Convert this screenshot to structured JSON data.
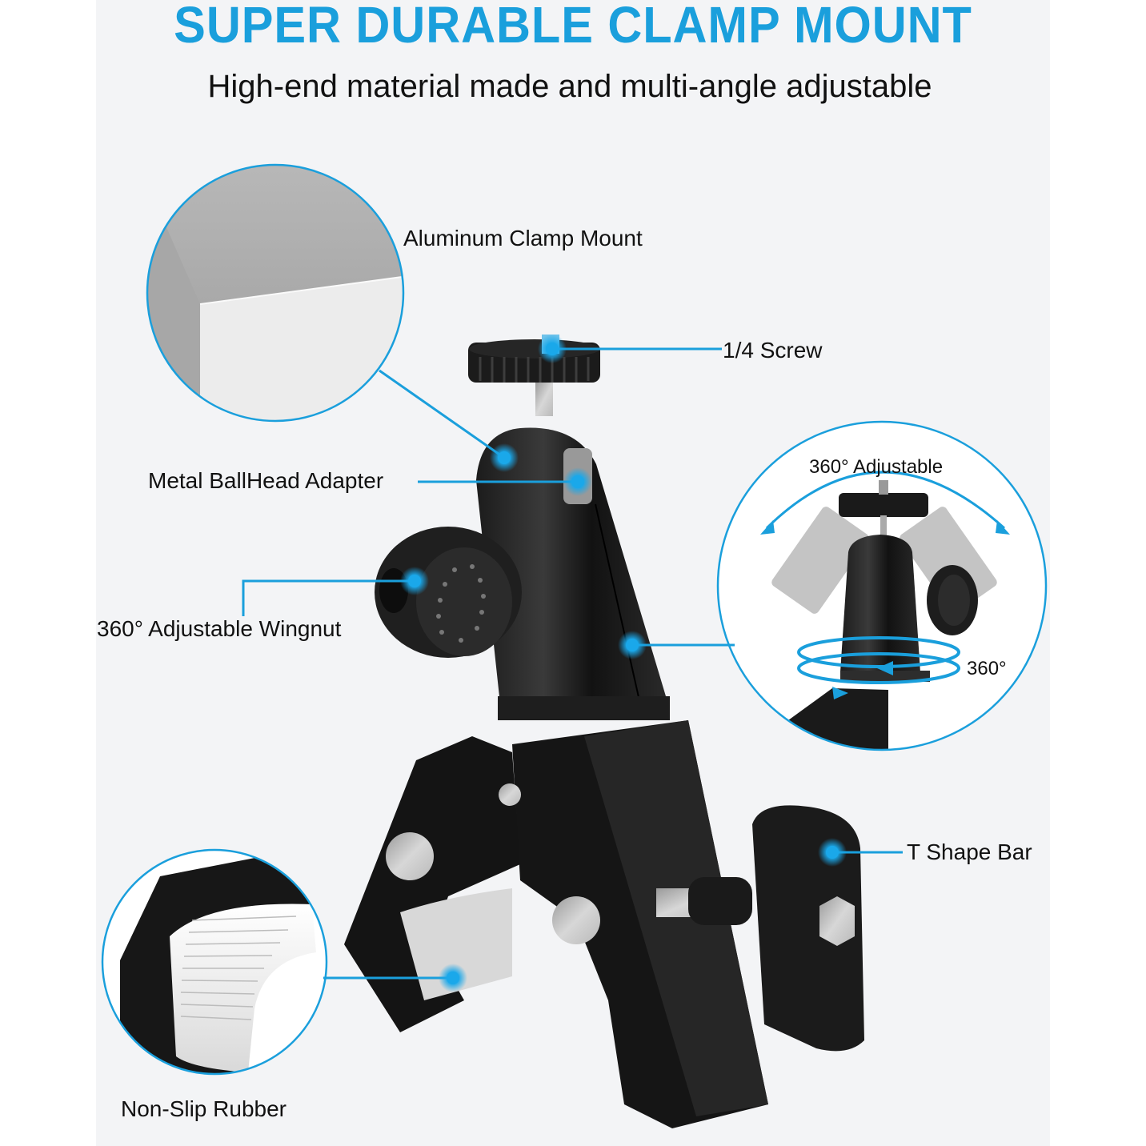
{
  "header": {
    "title": "SUPER DURABLE CLAMP MOUNT",
    "subtitle": "High-end material made and multi-angle adjustable"
  },
  "callouts": {
    "aluminum": "Aluminum Clamp Mount",
    "screw": "1/4 Screw",
    "ballhead": "Metal BallHead Adapter",
    "wingnut": "360° Adjustable Wingnut",
    "tbar": "T Shape Bar",
    "rubber": "Non-Slip Rubber"
  },
  "inset_360": {
    "top_label": "360° Adjustable",
    "rotation_label": "360°"
  },
  "colors": {
    "accent": "#1a9fdc",
    "panel": "#f3f4f6",
    "text": "#111111",
    "product": "#141414"
  }
}
